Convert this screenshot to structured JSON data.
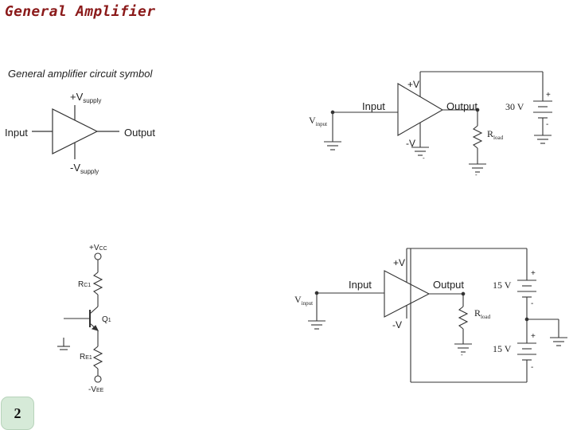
{
  "slide": {
    "title": "General Amplifier",
    "page_number": "2"
  },
  "symbol_diagram": {
    "caption": "General amplifier circuit symbol",
    "vsupply_pos": "+V",
    "vsupply_neg": "-V",
    "supply_sub": "supply",
    "input": "Input",
    "output": "Output"
  },
  "single_supply": {
    "vplus": "+V",
    "vminus": "-V",
    "input": "Input",
    "output": "Output",
    "vinput": "V",
    "vinput_sub": "input",
    "rload": "R",
    "rload_sub": "load",
    "battery": "30 V",
    "plus": "+",
    "minus": "-"
  },
  "transistor_diagram": {
    "vcc": "+V",
    "vcc_sub": "CC",
    "rc": "R",
    "rc_sub": "C1",
    "q": "Q",
    "q_sub": "1",
    "re": "R",
    "re_sub": "E1",
    "vee": "-V",
    "vee_sub": "EE"
  },
  "dual_supply": {
    "vplus": "+V",
    "vminus": "-V",
    "input": "Input",
    "output": "Output",
    "vinput": "V",
    "vinput_sub": "input",
    "rload": "R",
    "rload_sub": "load",
    "battery_top": "15 V",
    "battery_bottom": "15 V",
    "plus": "+",
    "minus": "-"
  }
}
